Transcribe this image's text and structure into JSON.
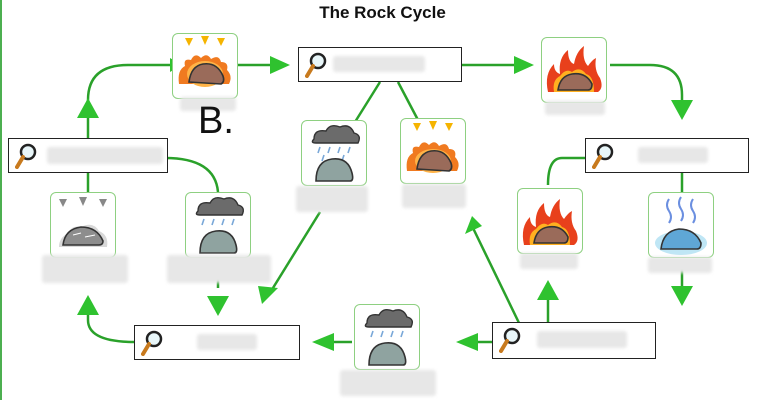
{
  "title": "The Rock Cycle",
  "answer_letter": "B.",
  "colors": {
    "arrow": "#2aa12a",
    "arrowhead": "#2fc22f",
    "tile_border": "#8ed081",
    "label_box_border": "#222222"
  },
  "label_boxes": [
    {
      "id": "top-center",
      "value": ""
    },
    {
      "id": "top-left",
      "value": ""
    },
    {
      "id": "bottom-left",
      "value": ""
    },
    {
      "id": "bottom-right",
      "value": ""
    },
    {
      "id": "right",
      "value": ""
    }
  ],
  "process_icons": [
    {
      "id": "heat-pressure-topleft",
      "icon": "heat-and-pressure-icon"
    },
    {
      "id": "melting-topright",
      "icon": "melting-fire-icon"
    },
    {
      "id": "weathering-center",
      "icon": "weathering-erosion-icon"
    },
    {
      "id": "heat-pressure-center",
      "icon": "heat-and-pressure-icon"
    },
    {
      "id": "compaction-left",
      "icon": "compaction-cementation-icon"
    },
    {
      "id": "weathering-left",
      "icon": "weathering-erosion-icon"
    },
    {
      "id": "melting-right",
      "icon": "melting-fire-icon"
    },
    {
      "id": "cooling-right",
      "icon": "cooling-icon"
    },
    {
      "id": "weathering-bottom",
      "icon": "weathering-erosion-icon"
    }
  ]
}
